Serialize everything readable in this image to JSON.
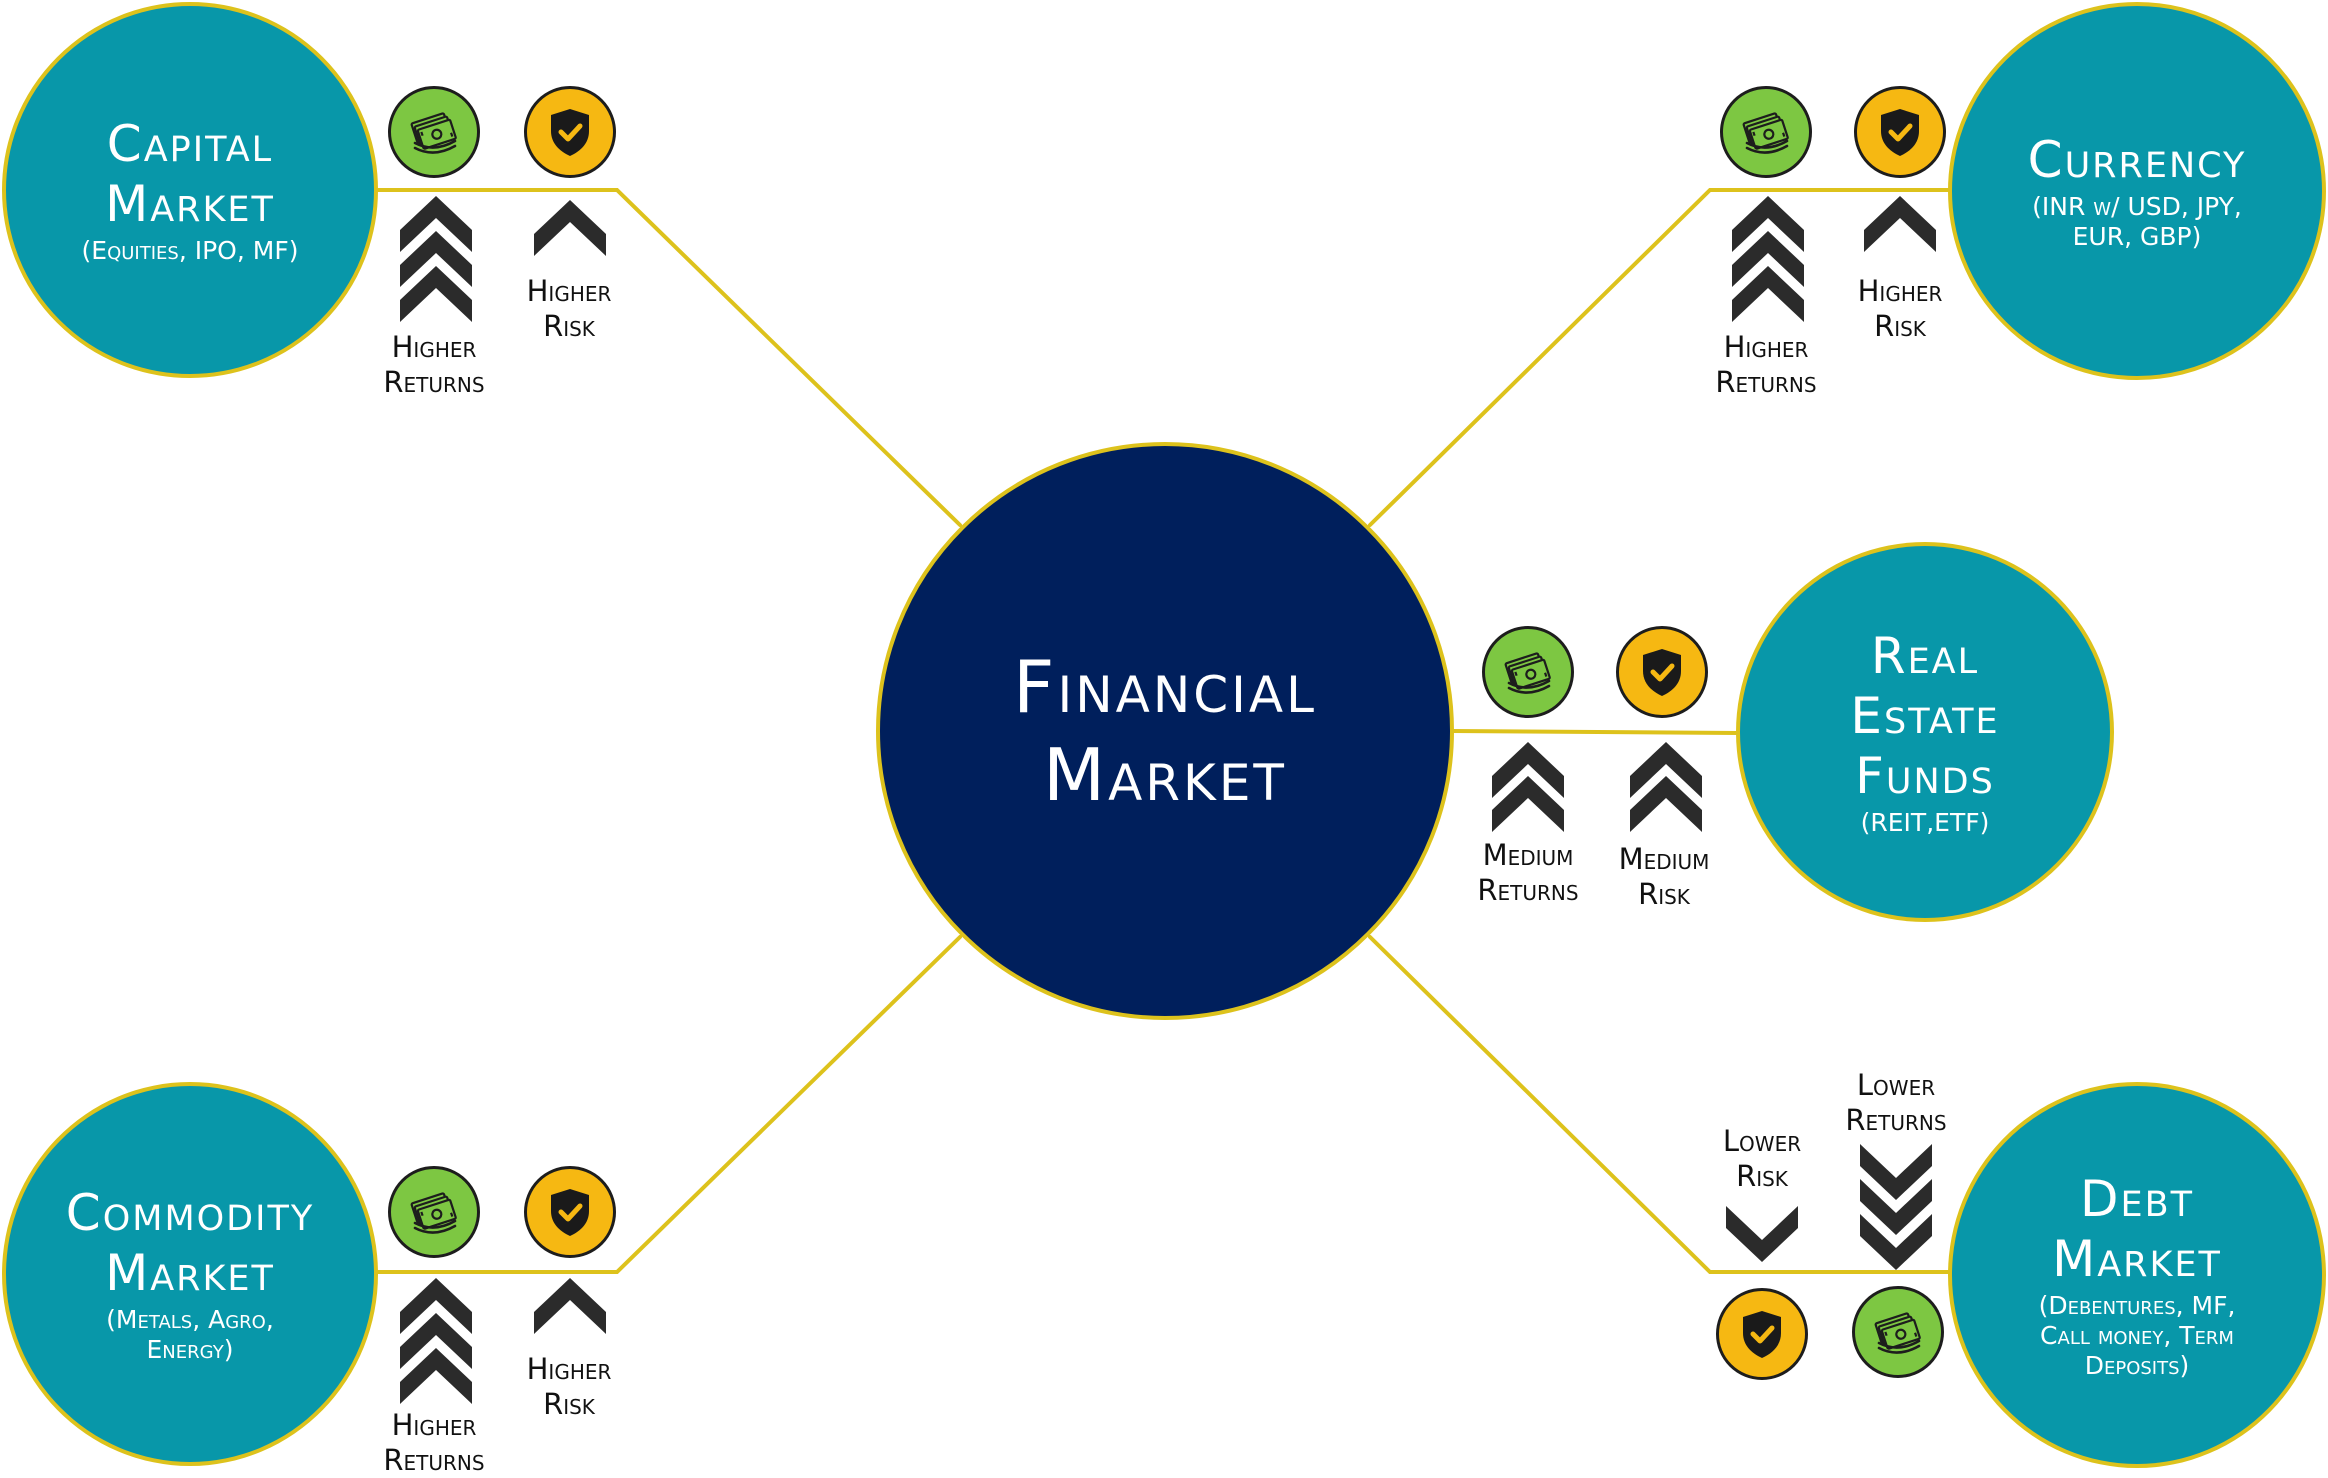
{
  "center": {
    "title": "Financial\nMarket"
  },
  "markets": {
    "capital": {
      "title": "Capital\nMarket",
      "subtitle": "(Equities, IPO, MF)",
      "returns_label": "Higher\nReturns",
      "risk_label": "Higher\nRisk"
    },
    "currency": {
      "title": "Currency",
      "subtitle": "(INR w/ USD, JPY,\nEUR,  GBP)",
      "returns_label": "Higher\nReturns",
      "risk_label": "Higher\nRisk"
    },
    "realestate": {
      "title": "Real\nEstate\nFunds",
      "subtitle": "(REIT,ETF)",
      "returns_label": "Medium\nReturns",
      "risk_label": "Medium\nRisk"
    },
    "commodity": {
      "title": "Commodity\nMarket",
      "subtitle": "(Metals, Agro,\nEnergy)",
      "returns_label": "Higher\nReturns",
      "risk_label": "Higher\nRisk"
    },
    "debt": {
      "title": "Debt\nMarket",
      "subtitle": "(Debentures, MF,\nCall money, Term\nDeposits)",
      "returns_label": "Lower\nReturns",
      "risk_label": "Lower\nRisk"
    }
  },
  "icons": {
    "returns": "money-stack-icon",
    "risk": "shield-check-icon"
  },
  "colors": {
    "center_fill": "#001f5c",
    "node_fill": "#0897a9",
    "connector": "#ddc21c",
    "money_badge": "#7dc742",
    "shield_badge": "#f6b812",
    "chevron": "#2b2b2b"
  }
}
